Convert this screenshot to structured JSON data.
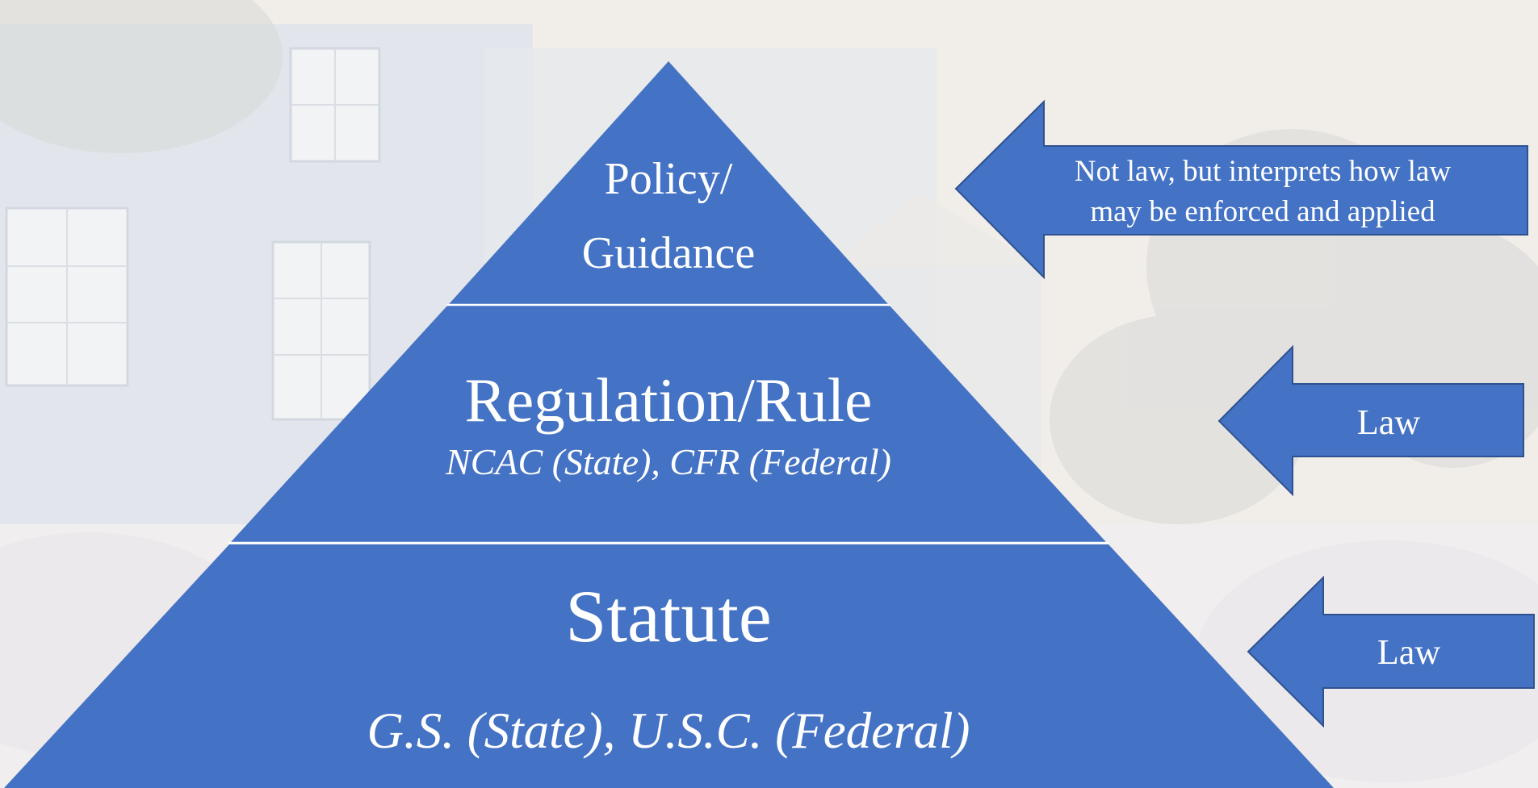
{
  "colors": {
    "tier_fill": "#4472c4",
    "tier_divider": "#ffffff",
    "arrow_fill": "#4472c4",
    "arrow_stroke": "#2f528f",
    "background": "#f1ede9"
  },
  "background_image": {
    "name": "faded-building-photo"
  },
  "pyramid": {
    "top": {
      "title_line1": "Policy/",
      "title_line2": "Guidance"
    },
    "middle": {
      "title": "Regulation/Rule",
      "subtitle": "NCAC (State), CFR (Federal)"
    },
    "bottom": {
      "title": "Statute",
      "subtitle": "G.S. (State), U.S.C. (Federal)"
    }
  },
  "arrows": [
    {
      "line1": "Not law, but interprets how law",
      "line2": "may be enforced and applied"
    },
    {
      "label": "Law"
    },
    {
      "label": "Law"
    }
  ]
}
